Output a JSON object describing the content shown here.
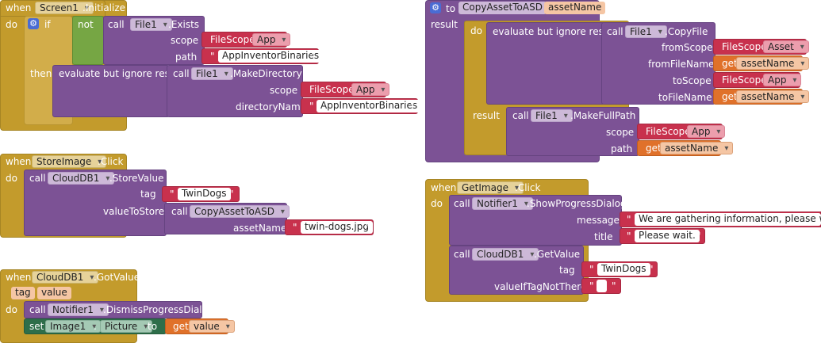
{
  "screen_init": {
    "when": "when",
    "component": "Screen1",
    "event": ".Initialize",
    "do": "do",
    "if_kw": "if",
    "not_kw": "not",
    "call_kw": "call",
    "then_kw": "then",
    "exists": {
      "component": "File1",
      "method": ".Exists",
      "scope_label": "scope",
      "scope_value": "FileScope",
      "scope_option": "App",
      "path_label": "path",
      "path_value": "AppInventorBinaries"
    },
    "evaluate": "evaluate but ignore resul",
    "make_dir": {
      "component": "File1",
      "method": ".MakeDirectory",
      "scope_label": "scope",
      "scope_value": "FileScope",
      "scope_option": "App",
      "dir_label": "directoryName",
      "dir_value": "AppInventorBinaries"
    }
  },
  "store_image": {
    "when": "when",
    "component": "StoreImage",
    "event": ".Click",
    "do": "do",
    "call_kw": "call",
    "db": "CloudDB1",
    "method": ".StoreValue",
    "tag_label": "tag",
    "tag_value": "TwinDogs",
    "vts_label": "valueToStore",
    "proc": "CopyAssetToASD",
    "asset_label": "assetName",
    "asset_value": "twin-dogs.jpg"
  },
  "got_value": {
    "when": "when",
    "component": "CloudDB1",
    "event": ".GotValue",
    "param_tag": "tag",
    "param_value": "value",
    "do": "do",
    "call_kw": "call",
    "notifier": "Notifier1",
    "method": ".DismissProgressDialog",
    "set_kw": "set",
    "image": "Image1",
    "prop": "Picture",
    "to_kw": "to",
    "get_kw": "get",
    "get_value": "value"
  },
  "copy_asset": {
    "to_kw": "to",
    "proc": "CopyAssetToASD",
    "param": "assetName",
    "result": "result",
    "do": "do",
    "evaluate": "evaluate but ignore resul",
    "call_kw": "call",
    "file": "File1",
    "method": ".CopyFile",
    "from_scope_label": "fromScope",
    "from_scope_value": "FileScope",
    "from_scope_option": "Asset",
    "from_name_label": "fromFileName",
    "get_kw": "get",
    "from_name_value": "assetName",
    "to_scope_label": "toScope",
    "to_scope_value": "FileScope",
    "to_scope_option": "App",
    "to_name_label": "toFileName",
    "to_name_value": "assetName",
    "result2": "result",
    "full_path_method": ".MakeFullPath",
    "scope_label": "scope",
    "scope_value": "FileScope",
    "scope_option": "App",
    "path_label": "path",
    "path_value": "assetName"
  },
  "get_image": {
    "when": "when",
    "component": "GetImage",
    "event": ".Click",
    "do": "do",
    "call_kw": "call",
    "notifier": "Notifier1",
    "method": ".ShowProgressDialog",
    "msg_label": "message",
    "msg_value": "We are gathering information, please wait",
    "title_label": "title",
    "title_value": "Please wait.",
    "db": "CloudDB1",
    "get_method": ".GetValue",
    "tag_label": "tag",
    "tag_value": "TwinDogs",
    "vitnt_label": "valueIfTagNotThere",
    "vitnt_value": " "
  },
  "colors": {
    "event": "#c39b2c",
    "procedure": "#7c5295",
    "logic": "#76a644",
    "text": "#c8314d",
    "variable": "#e0712a",
    "setter": "#2e6e4a"
  }
}
